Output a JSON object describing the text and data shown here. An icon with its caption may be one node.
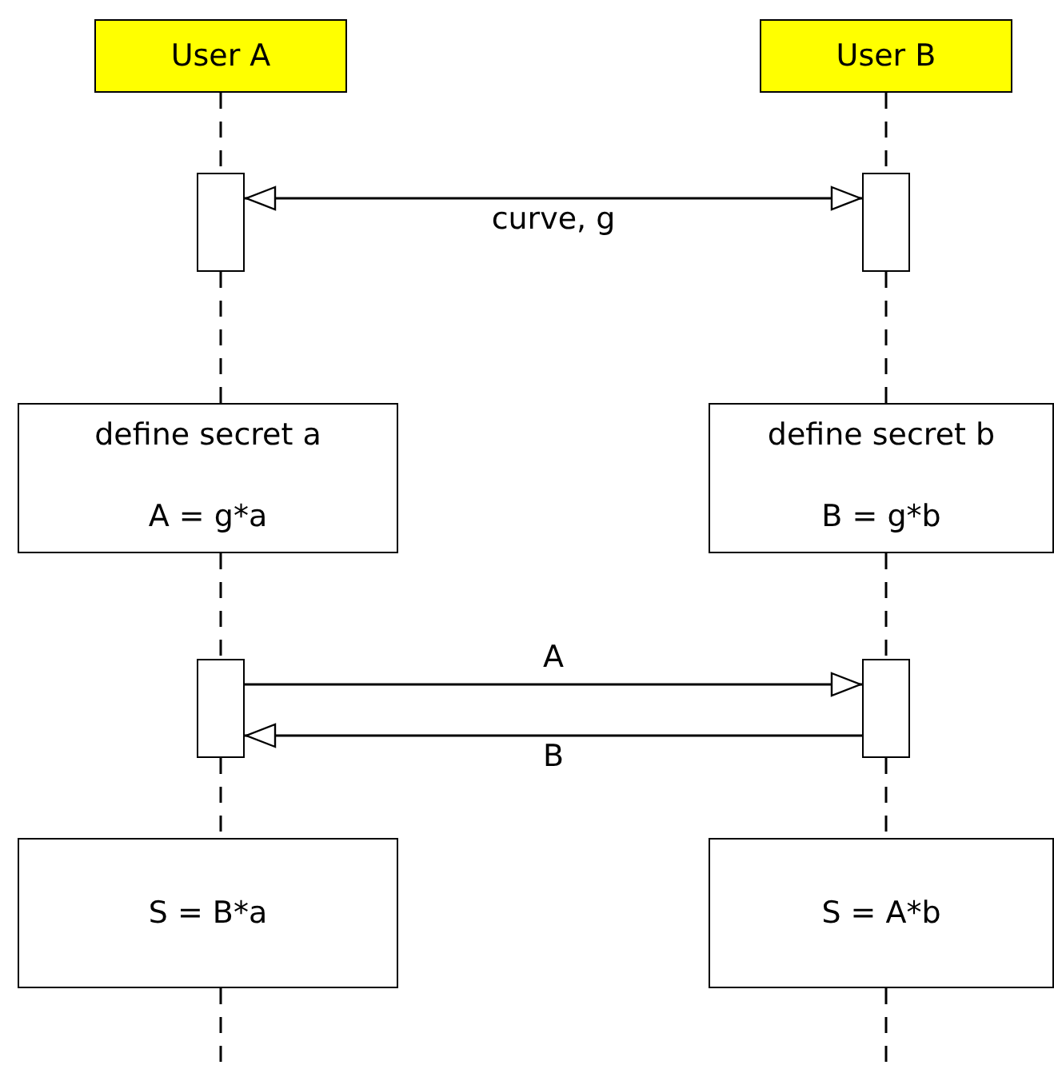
{
  "diagram": {
    "nodes": [
      {
        "text": [
          "User A"
        ]
      },
      {
        "text": [
          "User B"
        ]
      },
      {
        "text": [],
        "shape": "box"
      },
      {
        "text": [],
        "shape": "box"
      },
      {
        "text": [
          "define secret a",
          "A = g*a"
        ]
      },
      {
        "text": [
          "define secret b",
          "B = g*b"
        ]
      },
      {
        "text": [],
        "shape": "box"
      },
      {
        "text": [],
        "shape": "box"
      },
      {
        "text": [
          "S = B*a"
        ]
      },
      {
        "text": [
          "S = A*b"
        ]
      }
    ],
    "edges": [
      {
        "from": 0,
        "to": 2,
        "arrow": "none",
        "style": "dashed"
      },
      {
        "from": 2,
        "to": 4,
        "arrow": "none",
        "style": "dashed"
      },
      {
        "from": 4,
        "to": 6,
        "arrow": "none",
        "style": "dashed"
      },
      {
        "from": 6,
        "to": 8,
        "arrow": "none",
        "style": "dashed"
      },
      {
        "from": 8,
        "to": null,
        "arrow": "none",
        "style": "dashed"
      },
      {
        "from": 1,
        "to": 3,
        "arrow": "none",
        "style": "dashed"
      },
      {
        "from": 3,
        "to": 5,
        "arrow": "none",
        "style": "dashed"
      },
      {
        "from": 5,
        "to": 7,
        "arrow": "none",
        "style": "dashed"
      },
      {
        "from": 7,
        "to": 9,
        "arrow": "none",
        "style": "dashed"
      },
      {
        "from": 9,
        "to": null,
        "arrow": "none",
        "style": "dashed"
      },
      {
        "from": 2,
        "to": 3,
        "arrow": "both",
        "label": "curve, g"
      },
      {
        "from": 6,
        "to": 7,
        "arrow": "to",
        "label": "A"
      },
      {
        "from": 7,
        "to": 6,
        "arrow": "to",
        "label": "B"
      }
    ]
  }
}
